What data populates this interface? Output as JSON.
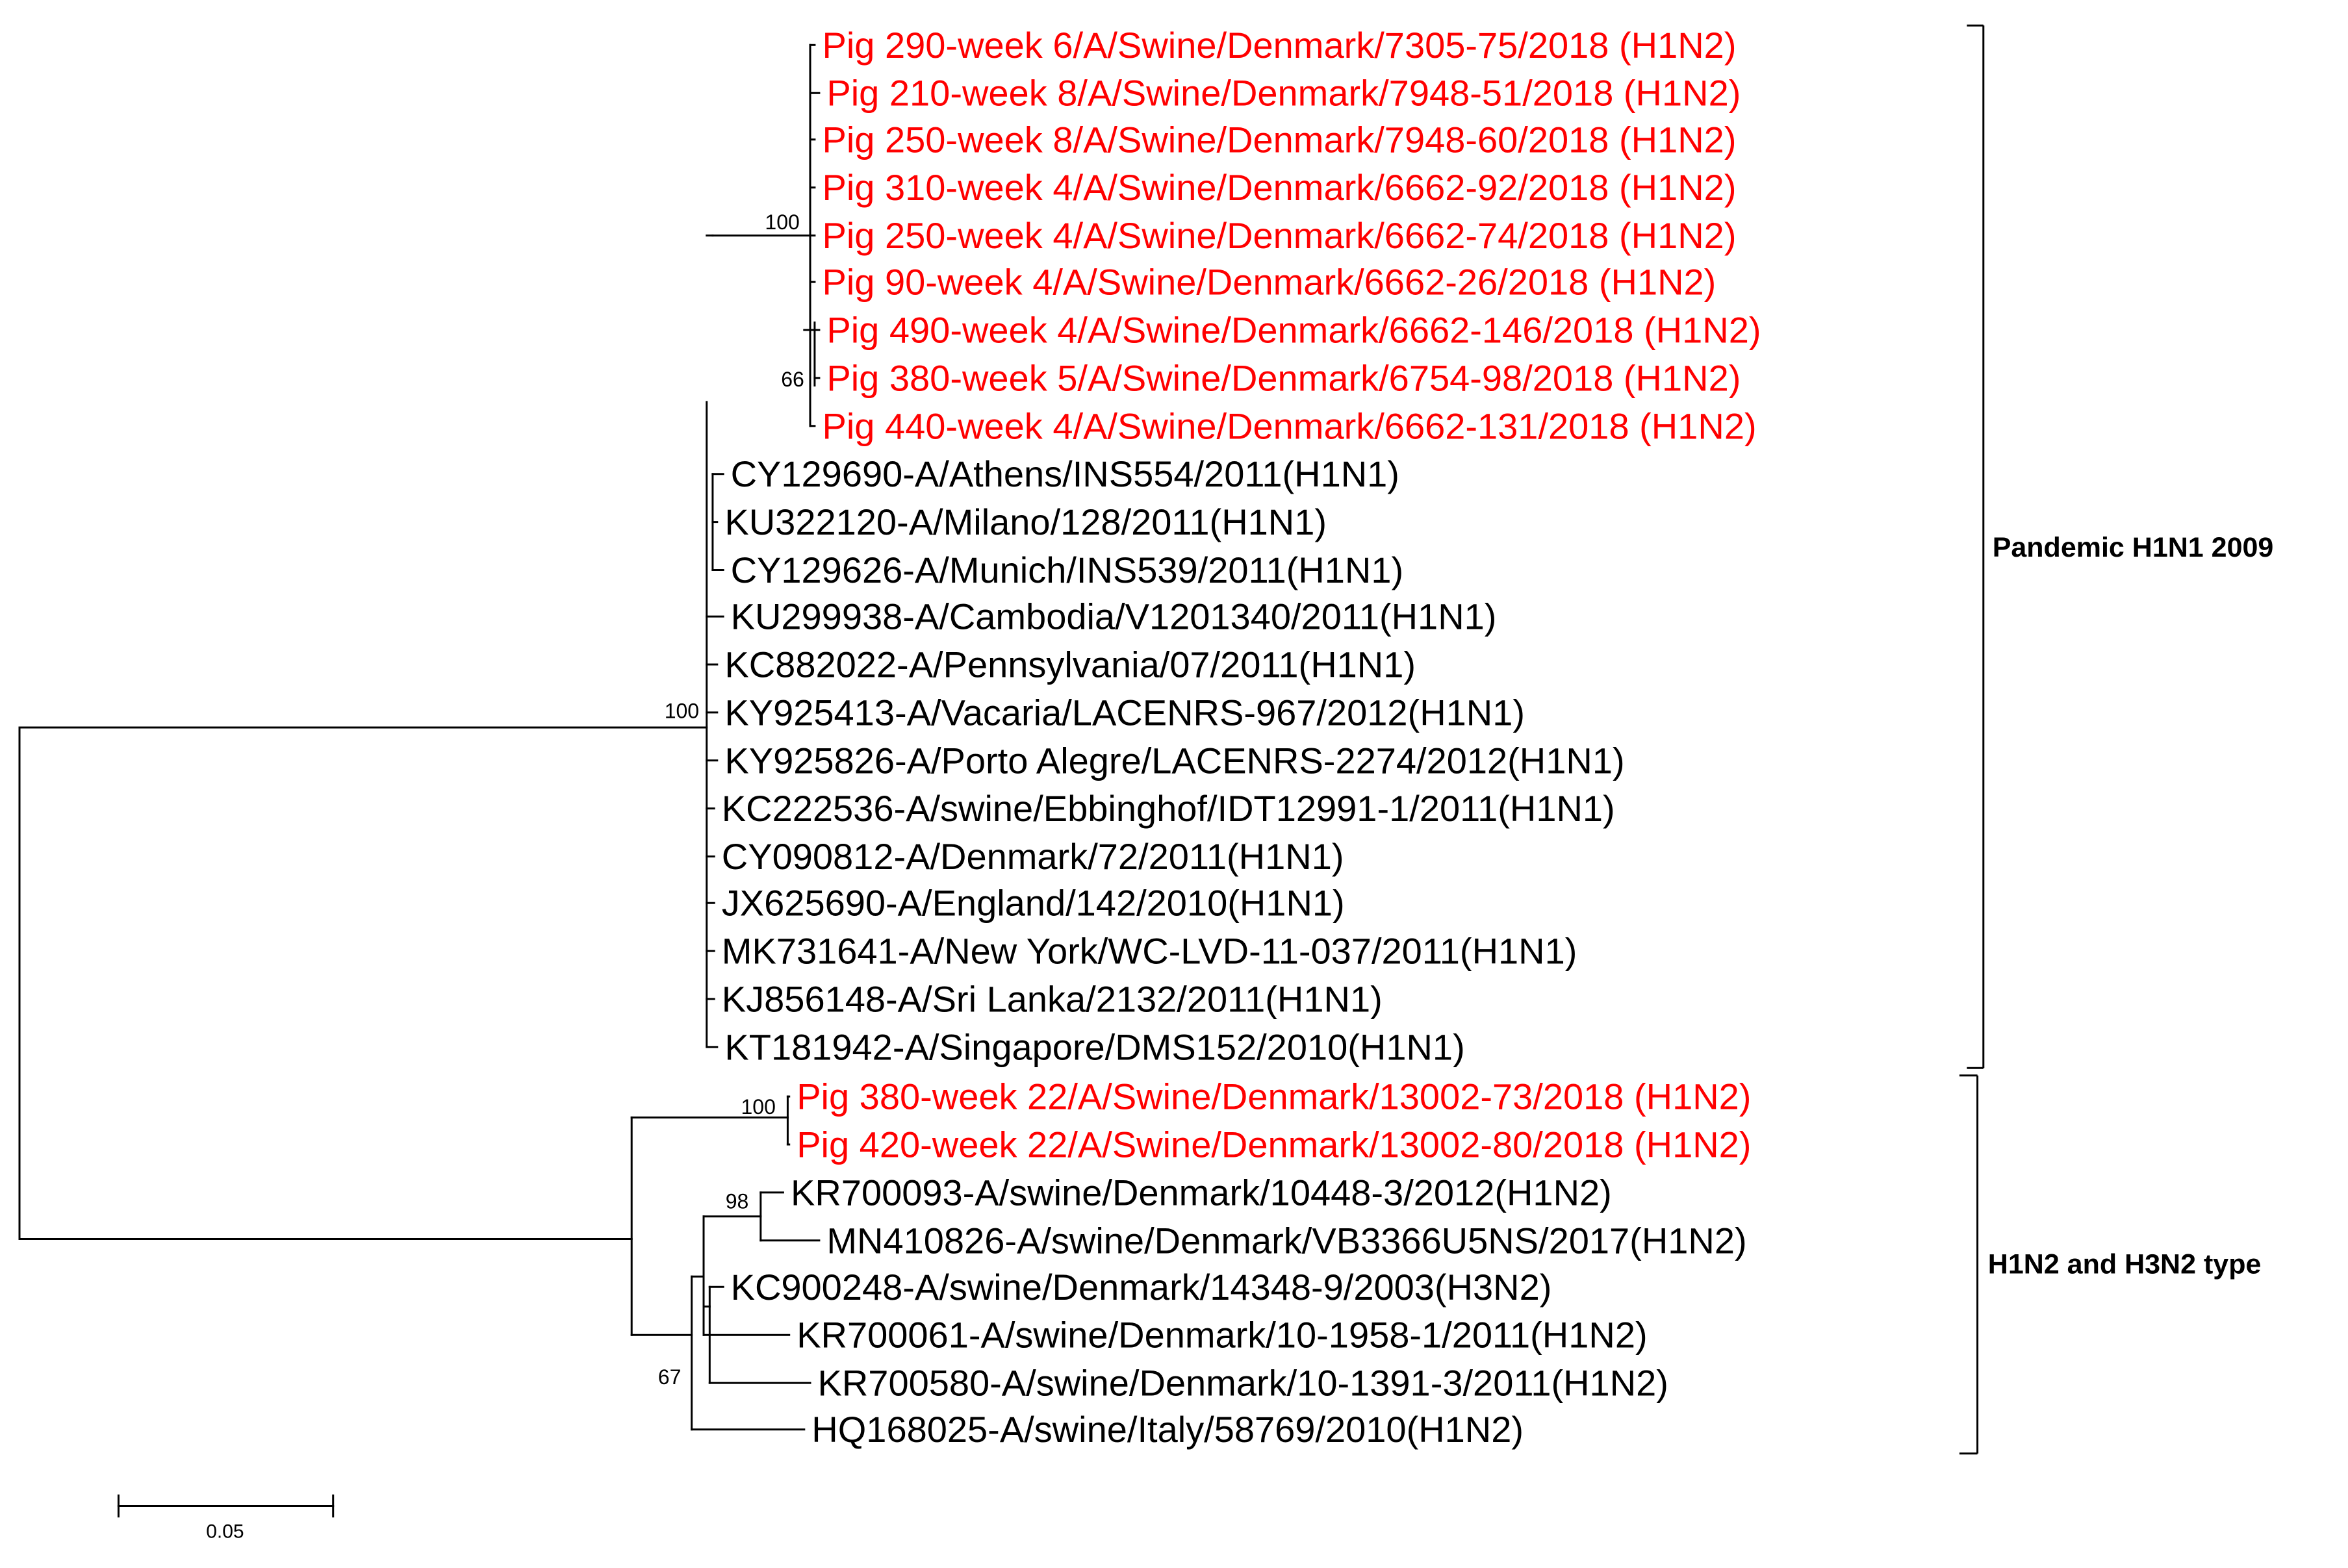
{
  "colors": {
    "highlight": "#ff0000",
    "default": "#000000"
  },
  "taxa": [
    {
      "id": "t1",
      "label": "Pig 290-week 6/A/Swine/Denmark/7305-75/2018 (H1N2)",
      "highlight": true
    },
    {
      "id": "t2",
      "label": "Pig 210-week 8/A/Swine/Denmark/7948-51/2018 (H1N2)",
      "highlight": true
    },
    {
      "id": "t3",
      "label": "Pig 250-week 8/A/Swine/Denmark/7948-60/2018 (H1N2)",
      "highlight": true
    },
    {
      "id": "t4",
      "label": "Pig 310-week 4/A/Swine/Denmark/6662-92/2018 (H1N2)",
      "highlight": true
    },
    {
      "id": "t5",
      "label": "Pig 250-week 4/A/Swine/Denmark/6662-74/2018 (H1N2)",
      "highlight": true
    },
    {
      "id": "t6",
      "label": "Pig 90-week 4/A/Swine/Denmark/6662-26/2018 (H1N2)",
      "highlight": true
    },
    {
      "id": "t7",
      "label": "Pig 490-week 4/A/Swine/Denmark/6662-146/2018 (H1N2)",
      "highlight": true
    },
    {
      "id": "t8",
      "label": "Pig 380-week 5/A/Swine/Denmark/6754-98/2018 (H1N2)",
      "highlight": true
    },
    {
      "id": "t9",
      "label": "Pig 440-week 4/A/Swine/Denmark/6662-131/2018 (H1N2)",
      "highlight": true
    },
    {
      "id": "t10",
      "label": "CY129690-A/Athens/INS554/2011(H1N1)",
      "highlight": false
    },
    {
      "id": "t11",
      "label": "KU322120-A/Milano/128/2011(H1N1)",
      "highlight": false
    },
    {
      "id": "t12",
      "label": "CY129626-A/Munich/INS539/2011(H1N1)",
      "highlight": false
    },
    {
      "id": "t13",
      "label": "KU299938-A/Cambodia/V1201340/2011(H1N1)",
      "highlight": false
    },
    {
      "id": "t14",
      "label": "KC882022-A/Pennsylvania/07/2011(H1N1)",
      "highlight": false
    },
    {
      "id": "t15",
      "label": "KY925413-A/Vacaria/LACENRS-967/2012(H1N1)",
      "highlight": false
    },
    {
      "id": "t16",
      "label": "KY925826-A/Porto Alegre/LACENRS-2274/2012(H1N1)",
      "highlight": false
    },
    {
      "id": "t17",
      "label": "KC222536-A/swine/Ebbinghof/IDT12991-1/2011(H1N1)",
      "highlight": false
    },
    {
      "id": "t18",
      "label": "CY090812-A/Denmark/72/2011(H1N1)",
      "highlight": false
    },
    {
      "id": "t19",
      "label": "JX625690-A/England/142/2010(H1N1)",
      "highlight": false
    },
    {
      "id": "t20",
      "label": "MK731641-A/New York/WC-LVD-11-037/2011(H1N1)",
      "highlight": false
    },
    {
      "id": "t21",
      "label": "KJ856148-A/Sri Lanka/2132/2011(H1N1)",
      "highlight": false
    },
    {
      "id": "t22",
      "label": "KT181942-A/Singapore/DMS152/2010(H1N1)",
      "highlight": false
    },
    {
      "id": "t23",
      "label": "Pig 380-week 22/A/Swine/Denmark/13002-73/2018 (H1N2)",
      "highlight": true
    },
    {
      "id": "t24",
      "label": "Pig 420-week 22/A/Swine/Denmark/13002-80/2018 (H1N2)",
      "highlight": true
    },
    {
      "id": "t25",
      "label": "KR700093-A/swine/Denmark/10448-3/2012(H1N2)",
      "highlight": false
    },
    {
      "id": "t26",
      "label": "MN410826-A/swine/Denmark/VB3366U5NS/2017(H1N2)",
      "highlight": false
    },
    {
      "id": "t27",
      "label": "KC900248-A/swine/Denmark/14348-9/2003(H3N2)",
      "highlight": false
    },
    {
      "id": "t28",
      "label": "KR700061-A/swine/Denmark/10-1958-1/2011(H1N2)",
      "highlight": false
    },
    {
      "id": "t29",
      "label": "KR700580-A/swine/Denmark/10-1391-3/2011(H1N2)",
      "highlight": false
    },
    {
      "id": "t30",
      "label": "HQ168025-A/swine/Italy/58769/2010(H1N2)",
      "highlight": false
    }
  ],
  "supports": [
    {
      "id": "s1",
      "value": "100"
    },
    {
      "id": "s2",
      "value": "66"
    },
    {
      "id": "s3",
      "value": "100"
    },
    {
      "id": "s4",
      "value": "100"
    },
    {
      "id": "s5",
      "value": "98"
    },
    {
      "id": "s6",
      "value": "67"
    }
  ],
  "clades": [
    {
      "id": "c1",
      "label": "Pandemic H1N1 2009"
    },
    {
      "id": "c2",
      "label": "H1N2 and H3N2 type"
    }
  ],
  "scale_bar": {
    "value": 0.05,
    "label": "0.05"
  }
}
